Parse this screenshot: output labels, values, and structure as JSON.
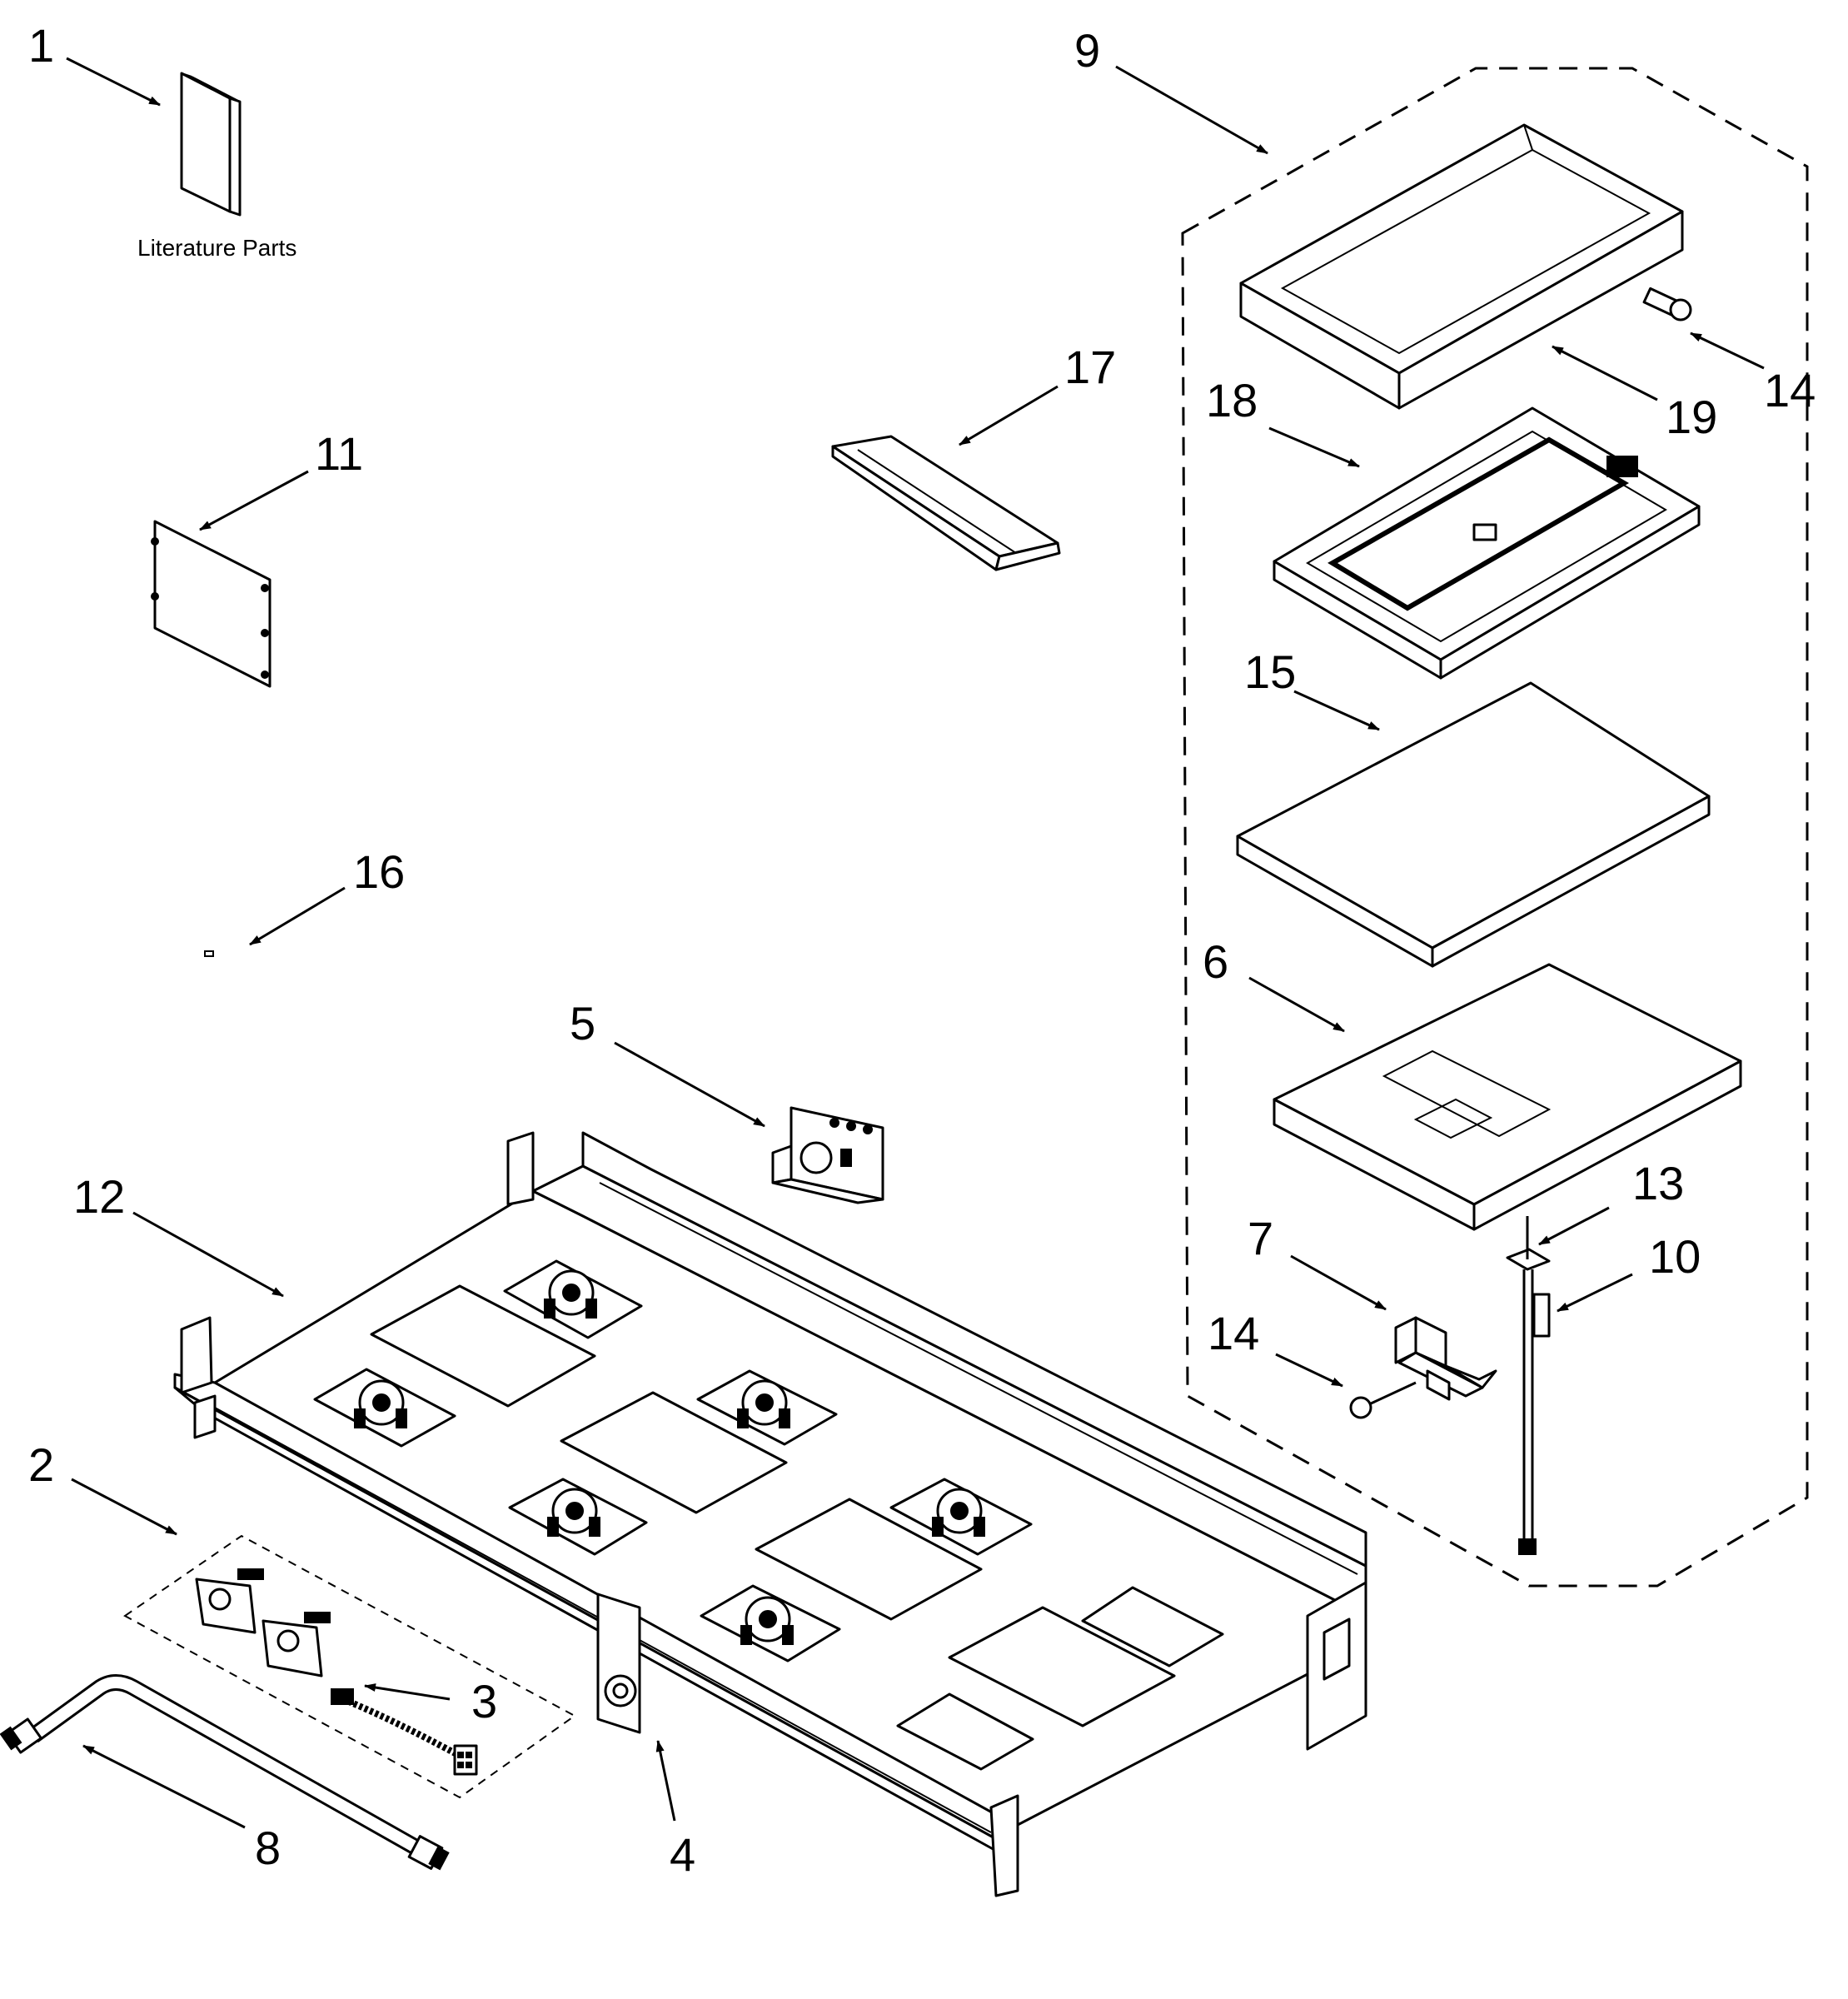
{
  "callouts": {
    "c1": "1",
    "c2": "2",
    "c3": "3",
    "c4": "4",
    "c5": "5",
    "c6": "6",
    "c7": "7",
    "c8": "8",
    "c9": "9",
    "c10": "10",
    "c11": "11",
    "c12": "12",
    "c13": "13",
    "c14a": "14",
    "c14b": "14",
    "c15": "15",
    "c16": "16",
    "c17": "17",
    "c18": "18",
    "c19": "19"
  },
  "labels": {
    "literature": "Literature Parts"
  }
}
